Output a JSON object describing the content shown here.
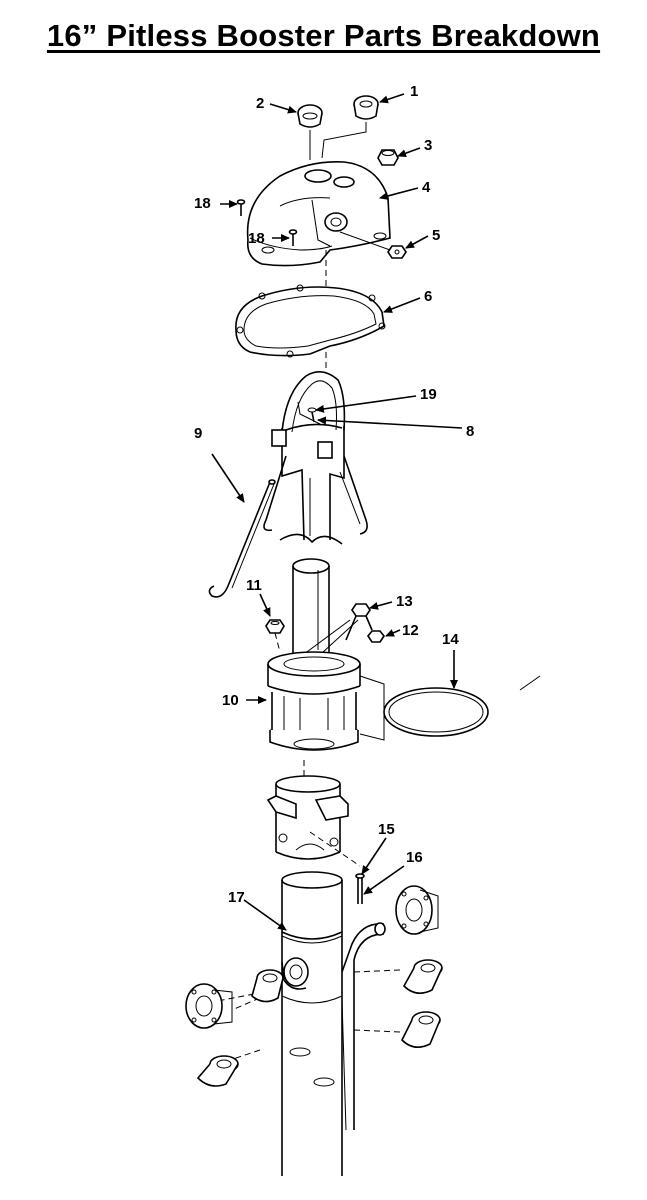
{
  "title": "16” Pitless Booster Parts Breakdown",
  "labels": {
    "p1": "1",
    "p2": "2",
    "p3": "3",
    "p4": "4",
    "p5": "5",
    "p6": "6",
    "p8": "8",
    "p9": "9",
    "p10": "10",
    "p11": "11",
    "p12": "12",
    "p13": "13",
    "p14": "14",
    "p15": "15",
    "p16": "16",
    "p17": "17",
    "p18a": "18",
    "p18b": "18",
    "p19": "19"
  }
}
